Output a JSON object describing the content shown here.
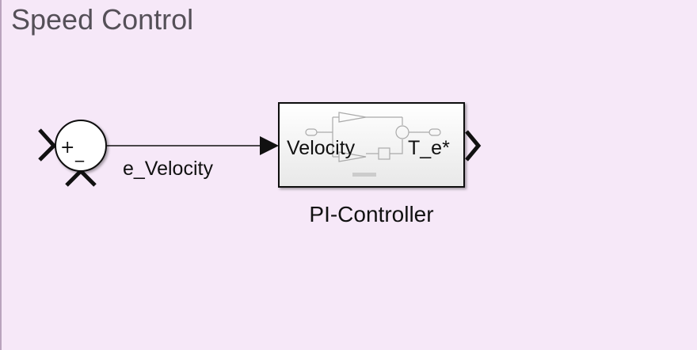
{
  "area": {
    "title": "Speed Control"
  },
  "sum_block": {
    "plus_sign": "+",
    "minus_sign": "_"
  },
  "signal": {
    "label": "e_Velocity"
  },
  "pi_block": {
    "input_port": "Velocity",
    "output_port": "T_e*",
    "name": "PI-Controller"
  },
  "colors": {
    "background": "#f6e8f8",
    "line": "#111111",
    "block_fill": "#ffffff",
    "preview_stroke": "#b0b0b0"
  }
}
